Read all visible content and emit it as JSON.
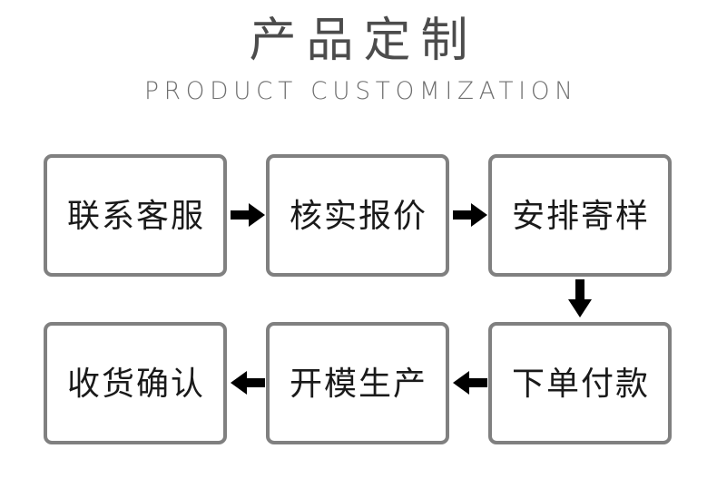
{
  "header": {
    "title_cn": "产品定制",
    "title_en": "PRODUCT CUSTOMIZATION"
  },
  "colors": {
    "background": "#ffffff",
    "box_border": "#808080",
    "box_fill": "#ffffff",
    "box_text": "#1a1a1a",
    "title_cn_color": "#4c4c4c",
    "title_en_color": "#6f6f6f",
    "arrow": "#000000"
  },
  "flow": {
    "steps": [
      {
        "id": "step-1",
        "label": "联系客服",
        "row": 1,
        "col": 1
      },
      {
        "id": "step-2",
        "label": "核实报价",
        "row": 1,
        "col": 2
      },
      {
        "id": "step-3",
        "label": "安排寄样",
        "row": 1,
        "col": 3
      },
      {
        "id": "step-4",
        "label": "下单付款",
        "row": 2,
        "col": 3
      },
      {
        "id": "step-5",
        "label": "开模生产",
        "row": 2,
        "col": 2
      },
      {
        "id": "step-6",
        "label": "收货确认",
        "row": 2,
        "col": 1
      }
    ],
    "connectors": [
      {
        "id": "arrow-1",
        "from": "step-1",
        "to": "step-2",
        "direction": "right"
      },
      {
        "id": "arrow-2",
        "from": "step-2",
        "to": "step-3",
        "direction": "right"
      },
      {
        "id": "arrow-3",
        "from": "step-3",
        "to": "step-4",
        "direction": "down"
      },
      {
        "id": "arrow-4",
        "from": "step-4",
        "to": "step-5",
        "direction": "left"
      },
      {
        "id": "arrow-5",
        "from": "step-5",
        "to": "step-6",
        "direction": "left"
      }
    ]
  }
}
